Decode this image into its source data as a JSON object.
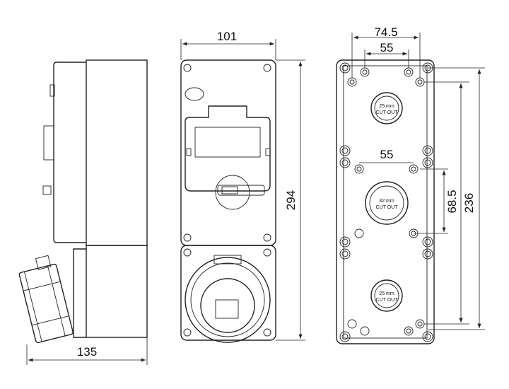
{
  "dimensions": {
    "side_depth": "135",
    "front_width": "101",
    "front_height": "294",
    "back_hole_span_outer": "74.5",
    "back_hole_span_inner": "55",
    "back_mid_hole_span": "55",
    "back_mid_vertical": "68.5",
    "back_total_vertical": "236"
  },
  "cutouts": {
    "top": {
      "size": "25 mm",
      "label": "CUT OUT"
    },
    "middle": {
      "size": "32 mm",
      "label": "CUT OUT"
    },
    "bottom": {
      "size": "25 mm",
      "label": "CUT OUT"
    }
  }
}
